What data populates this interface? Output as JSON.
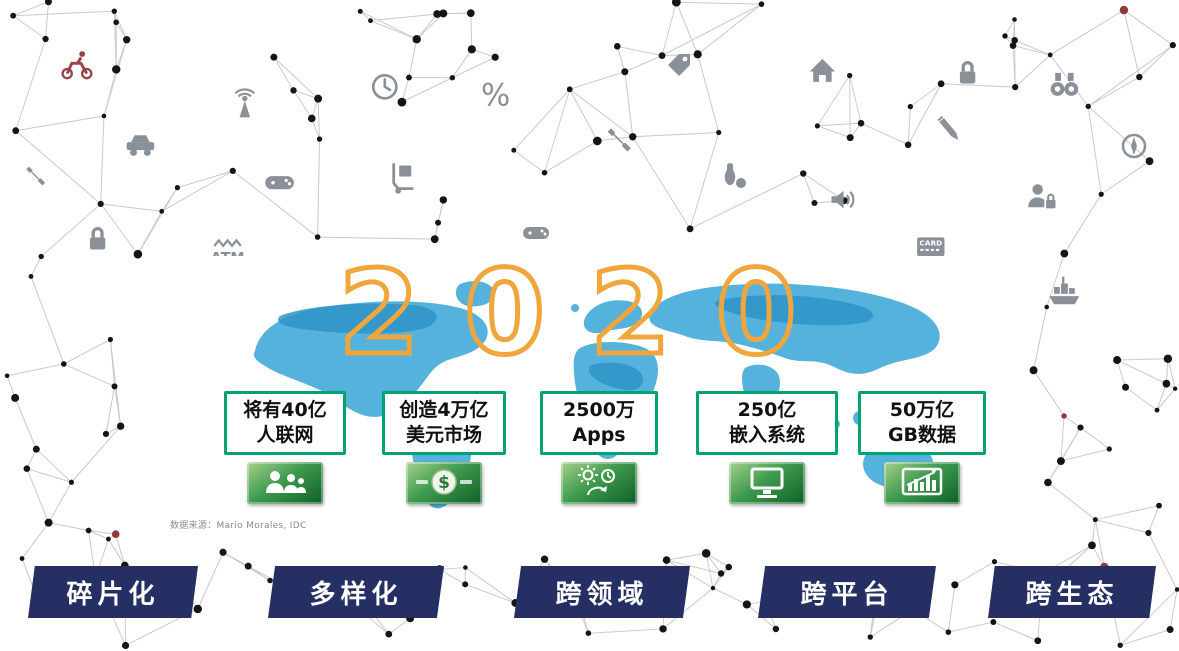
{
  "slide": {
    "year": "2020",
    "source_note": "数据来源：Mario Morales, IDC",
    "stats": [
      {
        "line1": "将有40亿",
        "line2": "人联网",
        "icon": "connected-people-icon"
      },
      {
        "line1": "创造4万亿",
        "line2": "美元市场",
        "icon": "dollar-coin-icon"
      },
      {
        "line1": "2500万",
        "line2": "Apps",
        "icon": "apps-gears-icon"
      },
      {
        "line1": "250亿",
        "line2": "嵌入系统",
        "icon": "monitor-icon"
      },
      {
        "line1": "50万亿",
        "line2": "GB数据",
        "icon": "bar-chart-icon"
      }
    ],
    "banners": [
      {
        "label": "碎片化"
      },
      {
        "label": "多样化"
      },
      {
        "label": "跨领域"
      },
      {
        "label": "跨平台"
      },
      {
        "label": "跨生态"
      }
    ],
    "colors": {
      "stat_border_green": "#00a273",
      "banner_navy": "#252f63",
      "year_orange": "#f0a63c",
      "map_blue": "#55b2dc",
      "map_blue_dark": "#2f93c8",
      "icon_gray": "#8a9097"
    },
    "background_icons": [
      "moped-icon",
      "car-icon",
      "wrench-icon",
      "padlock-icon",
      "antenna-icon",
      "atm-sign-icon",
      "gamepad-icon",
      "clock-icon",
      "hand-truck-icon",
      "percent-icon",
      "game-controller-icon",
      "tools-icon",
      "price-tag-icon",
      "bowling-icon",
      "house-icon",
      "speaker-icon",
      "memory-card-icon",
      "padlock-icon-2",
      "pencil-icon",
      "binoculars-icon",
      "compass-icon",
      "person-security-icon",
      "ship-icon"
    ]
  }
}
